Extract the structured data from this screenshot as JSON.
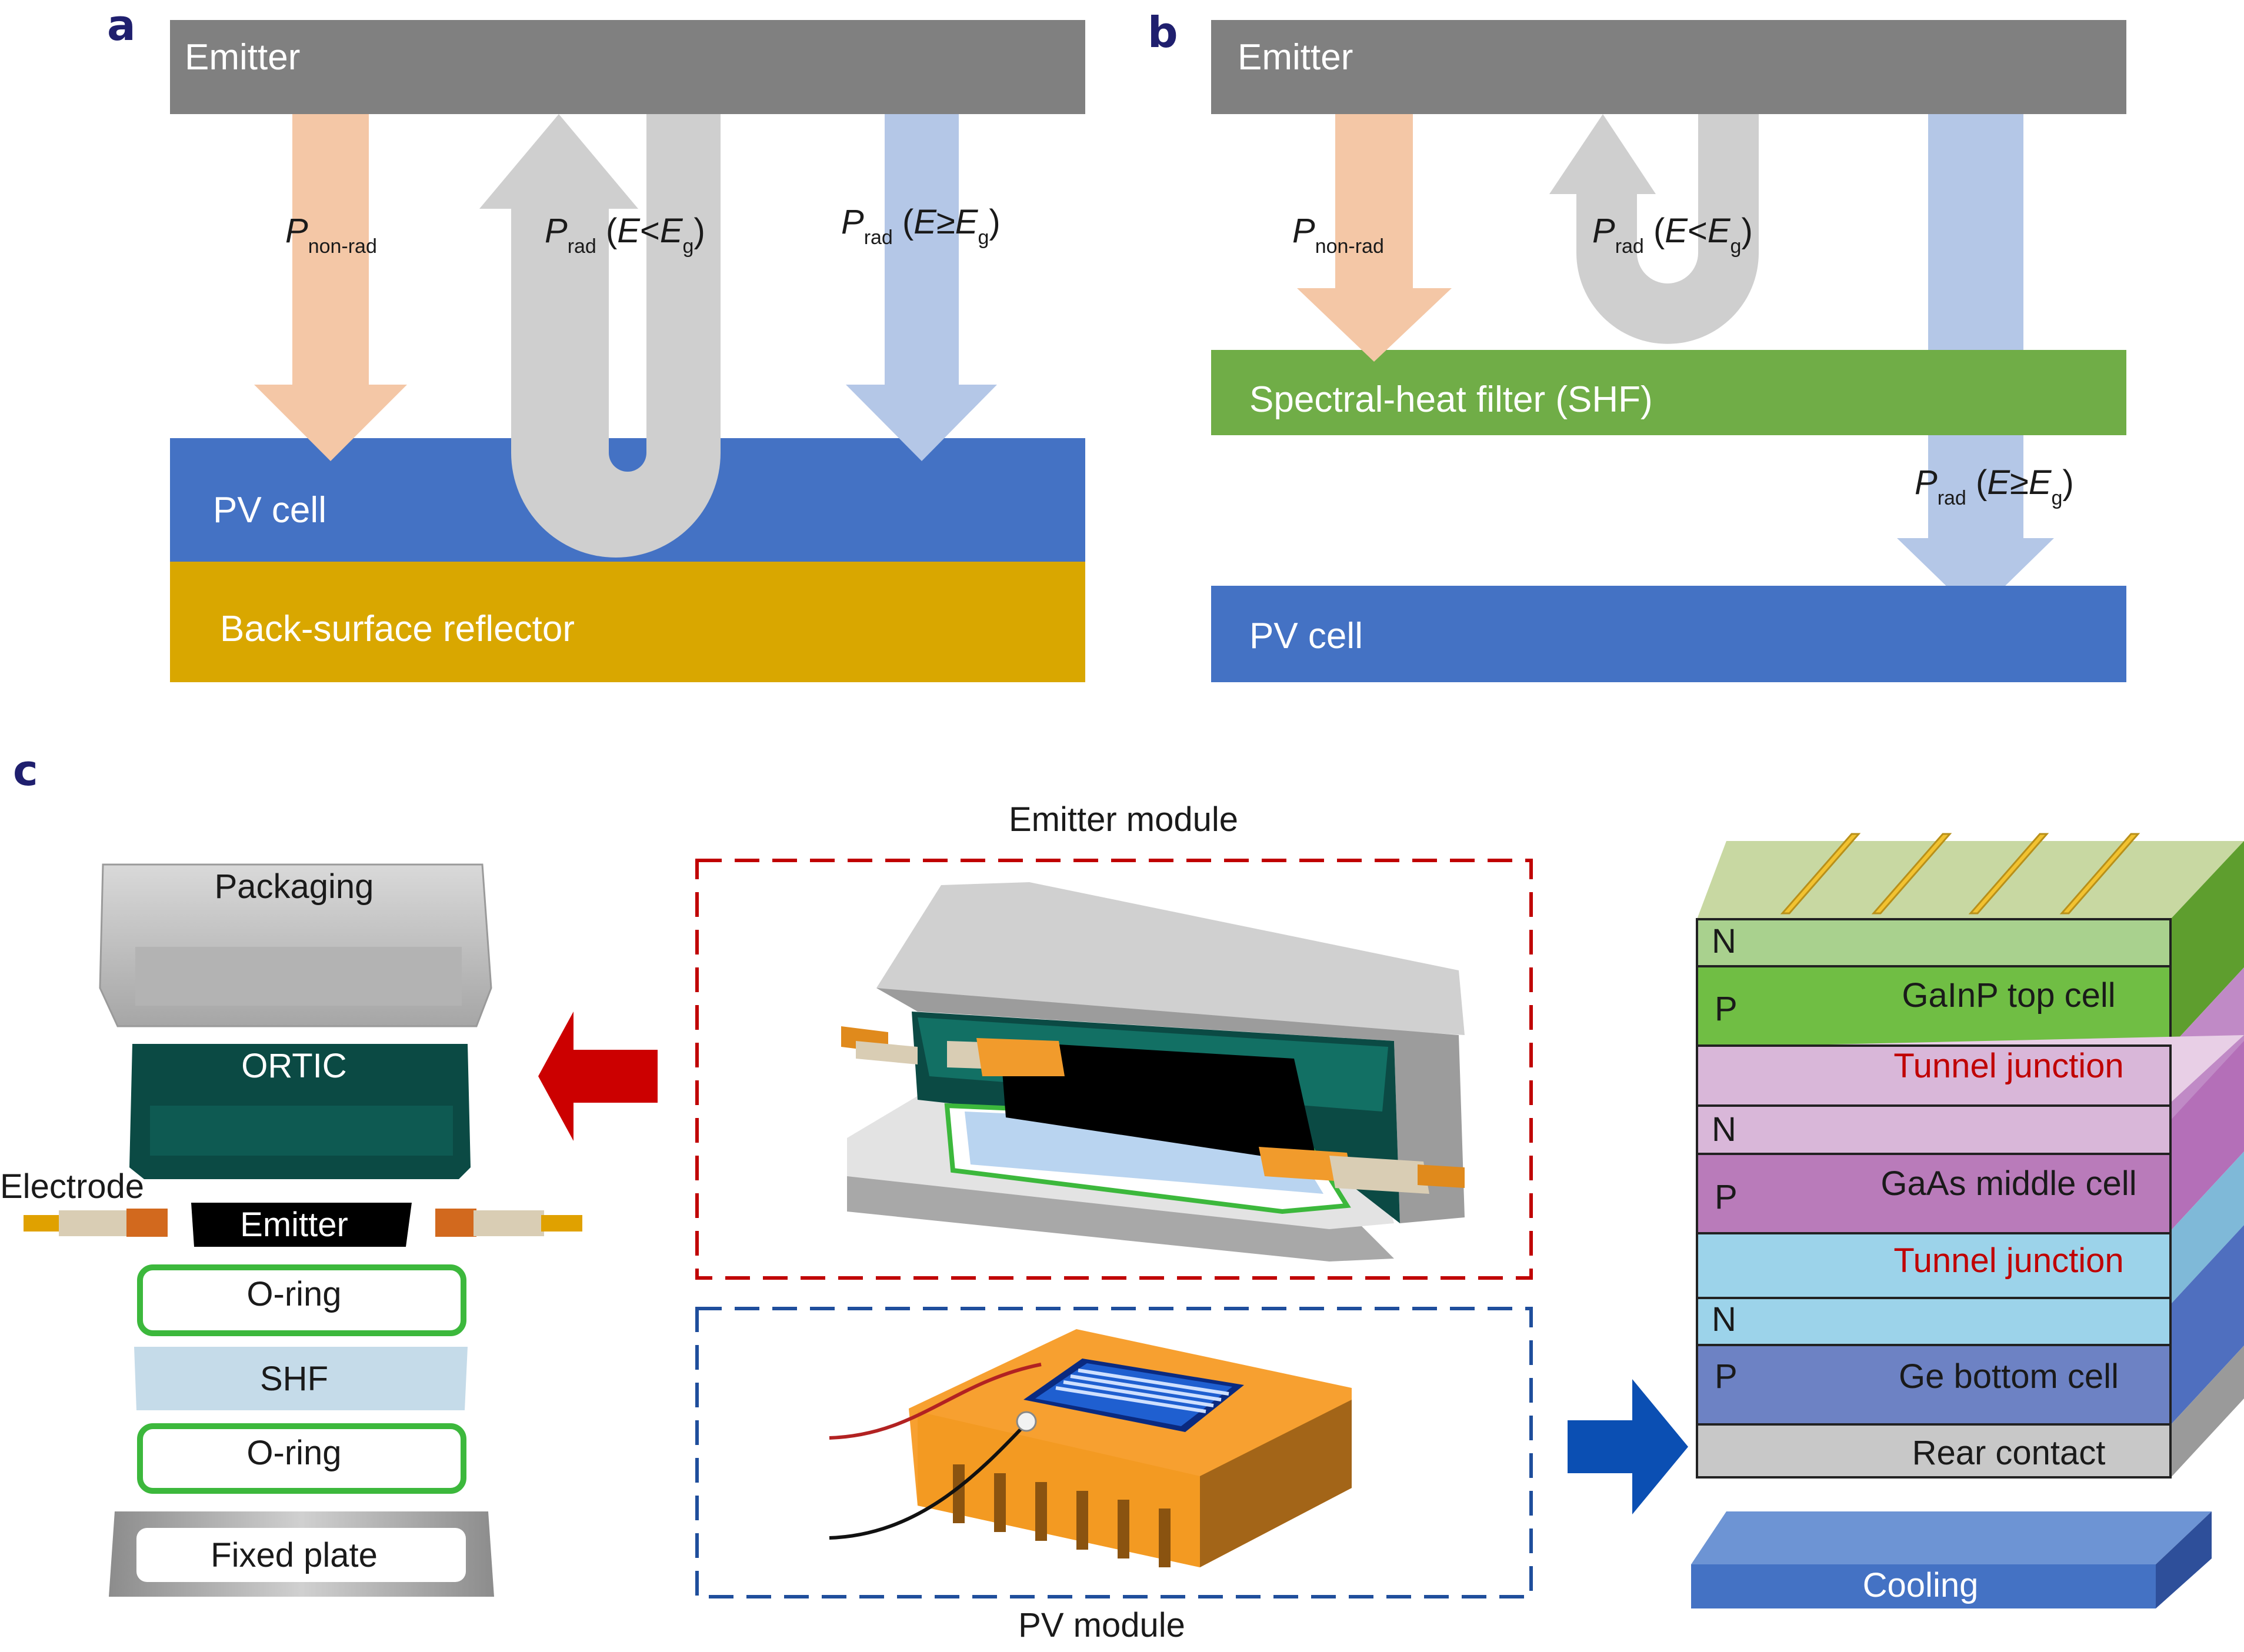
{
  "panels": {
    "a": {
      "letter": "a",
      "emitter": "Emitter",
      "pv_cell": "PV cell",
      "back_reflector": "Back-surface reflector",
      "nonrad": {
        "main": "P",
        "sub": "non-rad"
      },
      "rad_below": {
        "main": "P",
        "sub": "rad",
        "paren_open": " (",
        "e": "E",
        "op": "<",
        "eg": "E",
        "eg_sub": "g",
        "paren_close": ")"
      },
      "rad_above": {
        "main": "P",
        "sub": "rad",
        "paren_open": " (",
        "e": "E",
        "op": "≥",
        "eg": "E",
        "eg_sub": "g",
        "paren_close": ")"
      }
    },
    "b": {
      "letter": "b",
      "emitter": "Emitter",
      "filter": "Spectral-heat filter (SHF)",
      "pv_cell": "PV cell",
      "nonrad": {
        "main": "P",
        "sub": "non-rad"
      },
      "rad_below": {
        "main": "P",
        "sub": "rad",
        "paren_open": " (",
        "e": "E",
        "op": "<",
        "eg": "E",
        "eg_sub": "g",
        "paren_close": ")"
      },
      "rad_above": {
        "main": "P",
        "sub": "rad",
        "paren_open": " (",
        "e": "E",
        "op": "≥",
        "eg": "E",
        "eg_sub": "g",
        "paren_close": ")"
      }
    },
    "c": {
      "letter": "c",
      "stack": {
        "packaging": "Packaging",
        "ortic": "ORTIC",
        "electrode": "Electrode",
        "emitter": "Emitter",
        "oring_top": "O-ring",
        "shf": "SHF",
        "oring_bottom": "O-ring",
        "fixed_plate": "Fixed plate"
      },
      "emitter_module": "Emitter module",
      "pv_module": "PV module",
      "cell_layers": {
        "n1": "N",
        "p1": "P",
        "top_cell": "GaInP top cell",
        "tunnel1": "Tunnel junction",
        "n2": "N",
        "p2": "P",
        "middle_cell": "GaAs middle cell",
        "tunnel2": "Tunnel junction",
        "n3": "N",
        "p3": "P",
        "bottom_cell": "Ge bottom cell",
        "rear_contact": "Rear contact",
        "cooling": "Cooling"
      }
    }
  },
  "colors": {
    "emitter_gray": "#808080",
    "pv_blue": "#4472c4",
    "reflector_gold": "#d9a700",
    "filter_green": "#70ad47",
    "nonrad_peach": "#f4c7a6",
    "rad_gray": "#d0d0d0",
    "rad_blue": "#b4c7e7",
    "red_arrow": "#cc0000",
    "blue_arrow": "#0b4fb3",
    "module_red": "#c00000",
    "module_blue": "#1f4e9c"
  }
}
